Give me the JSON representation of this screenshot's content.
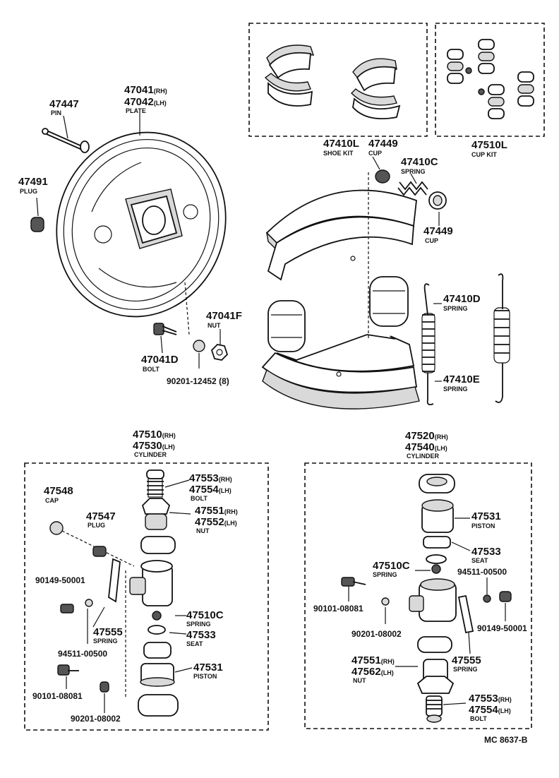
{
  "labels": {
    "p47447": {
      "num": "47447",
      "sub": "PIN"
    },
    "p47041": {
      "num": "47041",
      "suffix": "(RH)",
      "num2": "47042",
      "suffix2": "(LH)",
      "sub": "PLATE"
    },
    "p47491": {
      "num": "47491",
      "sub": "PLUG"
    },
    "p47041F": {
      "num": "47041F",
      "sub": "NUT"
    },
    "p47041D": {
      "num": "47041D",
      "sub": "BOLT"
    },
    "p90201_12452": {
      "num": "90201-12452 (8)"
    },
    "p47410L": {
      "num": "47410L",
      "sub": "SHOE KIT"
    },
    "p47449a": {
      "num": "47449",
      "sub": "CUP"
    },
    "p47510L": {
      "num": "47510L",
      "sub": "CUP KIT"
    },
    "p47410C": {
      "num": "47410C",
      "sub": "SPRING"
    },
    "p47449b": {
      "num": "47449",
      "sub": "CUP"
    },
    "p47410D": {
      "num": "47410D",
      "sub": "SPRING"
    },
    "p47410E": {
      "num": "47410E",
      "sub": "SPRING"
    },
    "cylL": {
      "num": "47510",
      "suffix": "(RH)",
      "num2": "47530",
      "suffix2": "(LH)",
      "sub": "CYLINDER"
    },
    "cylR": {
      "num": "47520",
      "suffix": "(RH)",
      "num2": "47540",
      "suffix2": "(LH)",
      "sub": "CYLINDER"
    },
    "L47553": {
      "num": "47553",
      "suffix": "(RH)",
      "num2": "47554",
      "suffix2": "(LH)",
      "sub": "BOLT"
    },
    "L47548": {
      "num": "47548",
      "sub": "CAP"
    },
    "L47547": {
      "num": "47547",
      "sub": "PLUG"
    },
    "L47551": {
      "num": "47551",
      "suffix": "(RH)",
      "num2": "47552",
      "suffix2": "(LH)",
      "sub": "NUT"
    },
    "L90149": {
      "num": "90149-50001"
    },
    "L47510C": {
      "num": "47510C",
      "sub": "SPRING"
    },
    "L47533": {
      "num": "47533",
      "sub": "SEAT"
    },
    "L47555": {
      "num": "47555",
      "sub": "SPRING"
    },
    "L94511": {
      "num": "94511-00500"
    },
    "L47531": {
      "num": "47531",
      "sub": "PISTON"
    },
    "L90101": {
      "num": "90101-08081"
    },
    "L90201": {
      "num": "90201-08002"
    },
    "R47531": {
      "num": "47531",
      "sub": "PISTON"
    },
    "R47533": {
      "num": "47533",
      "sub": "SEAT"
    },
    "R47510C": {
      "num": "47510C",
      "sub": "SPRING"
    },
    "R94511": {
      "num": "94511-00500"
    },
    "R90101": {
      "num": "90101-08081"
    },
    "R90149": {
      "num": "90149-50001"
    },
    "R90201": {
      "num": "90201-08002"
    },
    "R47555": {
      "num": "47555",
      "sub": "SPRING"
    },
    "R47551": {
      "num": "47551",
      "suffix": "(RH)",
      "num2": "47562",
      "suffix2": "(LH)",
      "sub": "NUT"
    },
    "R47553": {
      "num": "47553",
      "suffix": "(RH)",
      "num2": "47554",
      "suffix2": "(LH)",
      "sub": "BOLT"
    }
  },
  "footer": {
    "code": "MC 8637-B"
  }
}
